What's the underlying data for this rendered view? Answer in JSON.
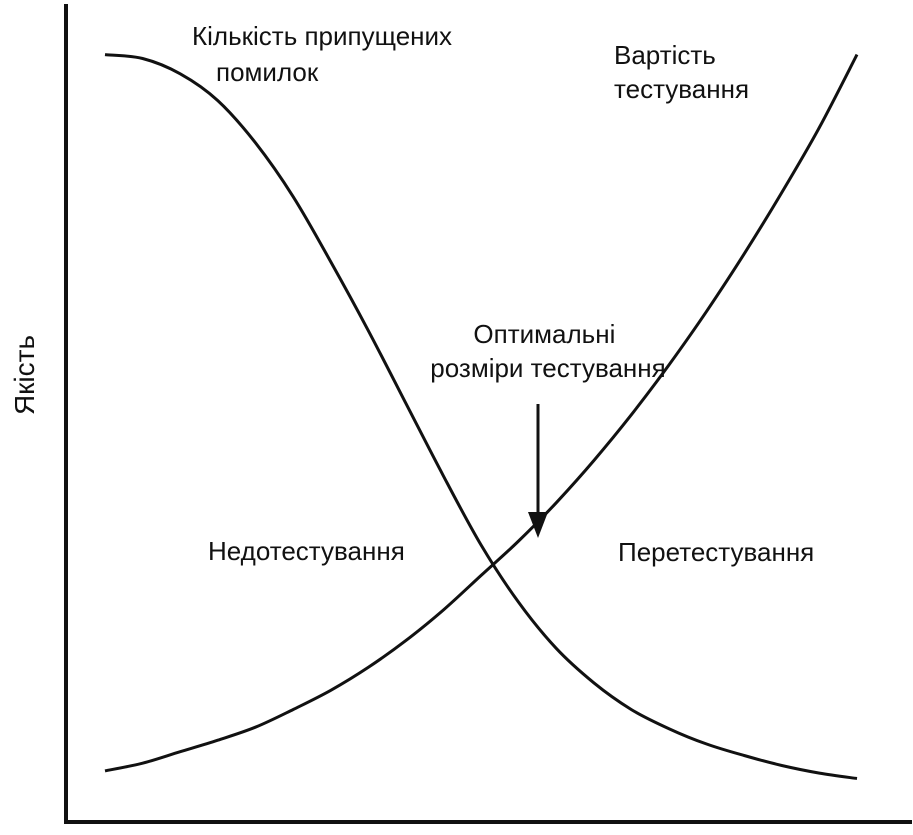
{
  "chart_data": {
    "type": "line",
    "title": "",
    "xlabel": "",
    "ylabel": "Якість",
    "grid": false,
    "legend": "none",
    "xlim": [
      0,
      100
    ],
    "ylim": [
      0,
      100
    ],
    "series": [
      {
        "name": "Кількість припущених помилок",
        "x": [
          0,
          5,
          10,
          15,
          20,
          25,
          30,
          35,
          40,
          45,
          50,
          55,
          60,
          65,
          70,
          75,
          80,
          85,
          90,
          95,
          100
        ],
        "values": [
          96,
          95.5,
          93.5,
          90,
          84.5,
          77.5,
          69,
          60,
          50.5,
          41,
          32,
          24.5,
          18.5,
          14,
          10.5,
          8,
          6,
          4.5,
          3.2,
          2.2,
          1.5
        ]
      },
      {
        "name": "Вартість тестування",
        "x": [
          0,
          5,
          10,
          15,
          20,
          25,
          30,
          35,
          40,
          45,
          50,
          55,
          60,
          65,
          70,
          75,
          80,
          85,
          90,
          95,
          100
        ],
        "values": [
          2.5,
          3.5,
          5,
          6.5,
          8.2,
          10.5,
          13,
          16,
          19.5,
          23.5,
          28,
          32.5,
          37.5,
          43,
          49,
          55.5,
          62.5,
          70,
          78,
          86.5,
          96
        ]
      }
    ],
    "annotations": {
      "optimum_lines": [
        "Оптимальні",
        "розміри тестування"
      ],
      "under": "Недотестування",
      "over": "Перетестування",
      "optimum_x": 60.5,
      "optimum_y": 31.5
    },
    "labels": {
      "errors_lines": [
        "Кількість припущених",
        "помилок"
      ],
      "cost_lines": [
        "Вартість",
        "тестування"
      ]
    },
    "colors": {
      "line": "#111111",
      "axis": "#111111",
      "background": "#ffffff"
    }
  }
}
